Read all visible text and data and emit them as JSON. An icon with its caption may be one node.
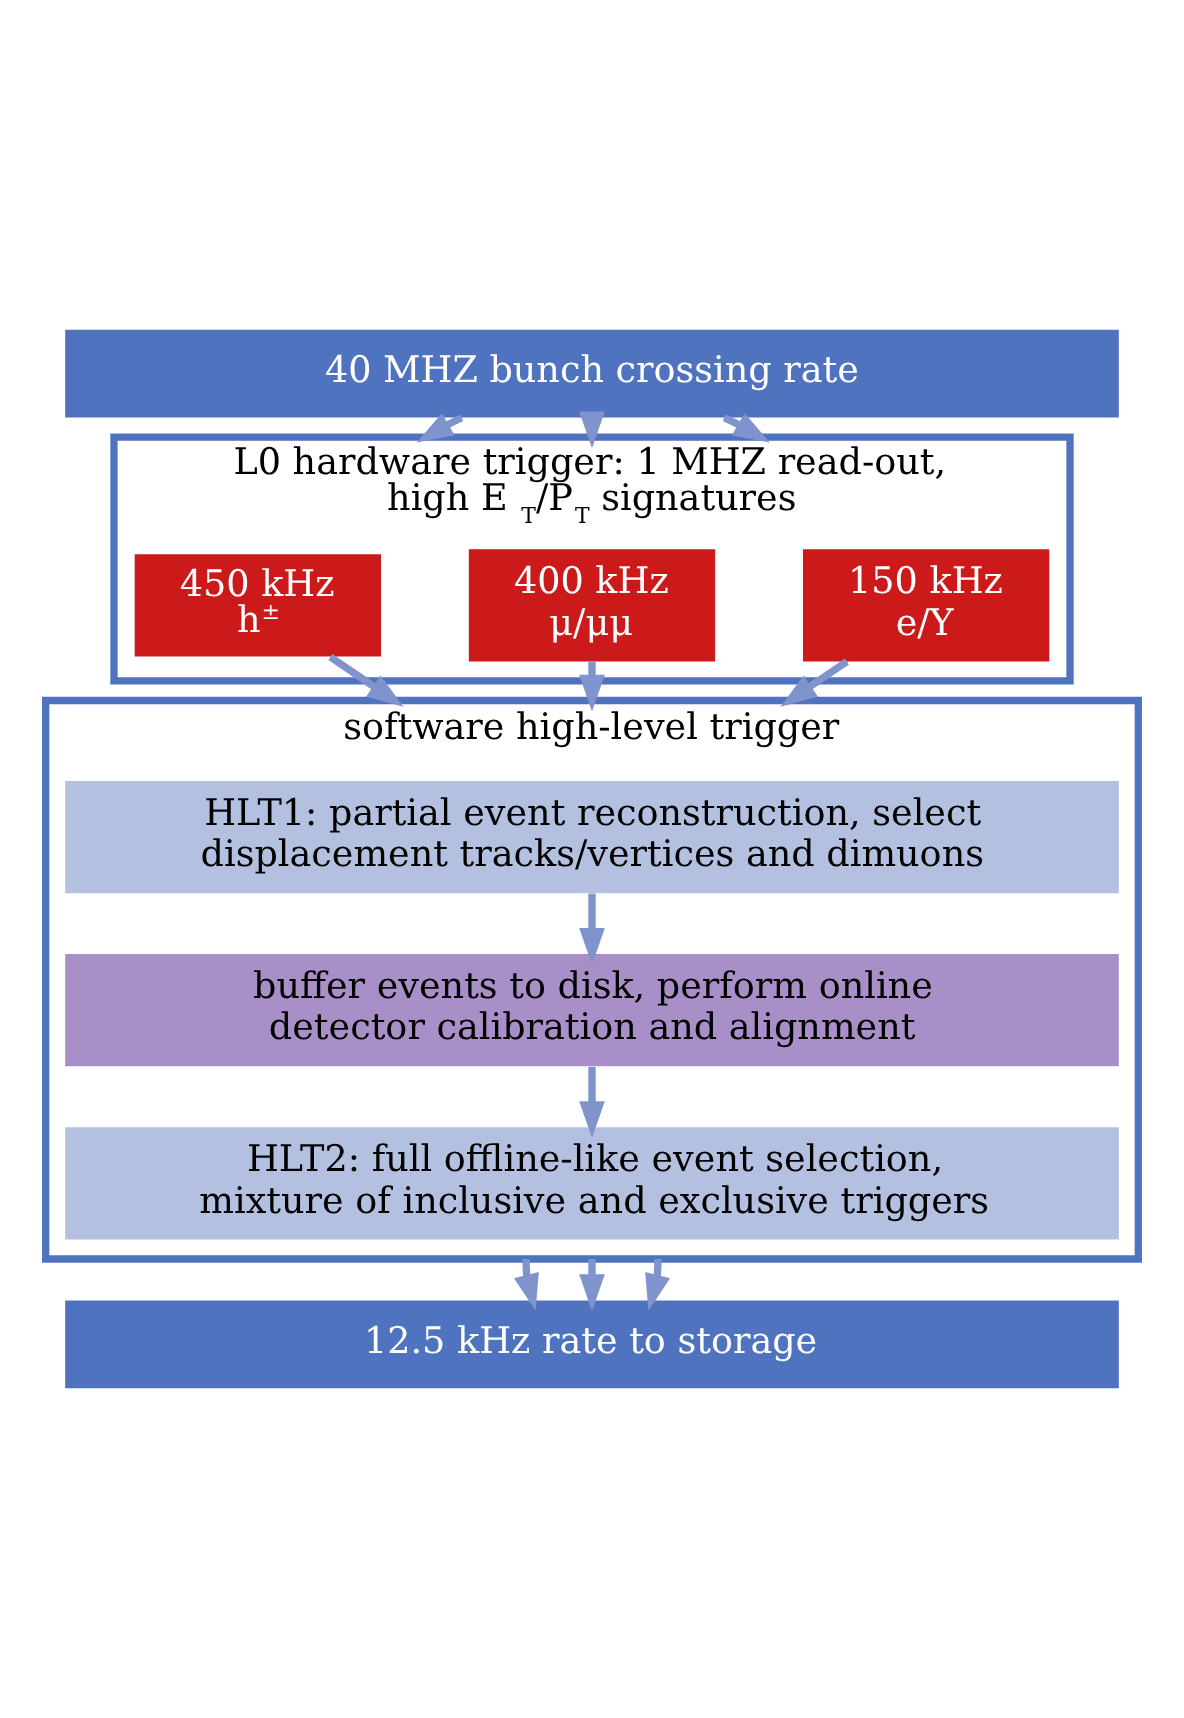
{
  "diagram": {
    "nodes": [
      {
        "text": [
          "40 MHZ bunch crossing rate"
        ]
      },
      {
        "text": [
          "L0 hardware trigger: 1 MHZ read-out, high E $_{T}$/P$_{T}$ signatures"
        ]
      },
      {
        "text": [
          "450 kHz h$^{±}$"
        ],
        "in": 1
      },
      {
        "text": [
          "400 kHz μ/μμ"
        ],
        "in": 1
      },
      {
        "text": [
          "150 kHz e/Y"
        ],
        "in": 1
      },
      {
        "text": [
          "software high-level trigger"
        ]
      },
      {
        "text": [
          "HLT1: partial event reconstruction, select displacement tracks/vertices and dimuons"
        ],
        "in": 5
      },
      {
        "text": [
          "buffer events to disk, perform online detector calibration and alignment"
        ],
        "in": 5
      },
      {
        "text": [
          "HLT2: full offline-like event selection, mixture of inclusive and exclusive triggers"
        ],
        "in": 5
      },
      {
        "text": [
          "12.5 kHz rate to storage"
        ]
      }
    ],
    "edges": [
      {
        "from": 0,
        "to": 1,
        "arrow": "to"
      },
      {
        "from": 0,
        "to": 1,
        "arrow": "to"
      },
      {
        "from": 0,
        "to": 1,
        "arrow": "to"
      },
      {
        "from": 2,
        "to": 5,
        "arrow": "to"
      },
      {
        "from": 3,
        "to": 5,
        "arrow": "to"
      },
      {
        "from": 4,
        "to": 5,
        "arrow": "to"
      },
      {
        "from": 6,
        "to": 7,
        "arrow": "to"
      },
      {
        "from": 7,
        "to": 8,
        "arrow": "to"
      },
      {
        "from": 5,
        "to": 9,
        "arrow": "to"
      },
      {
        "from": 5,
        "to": 9,
        "arrow": "to"
      },
      {
        "from": 5,
        "to": 9,
        "arrow": "to"
      }
    ]
  }
}
